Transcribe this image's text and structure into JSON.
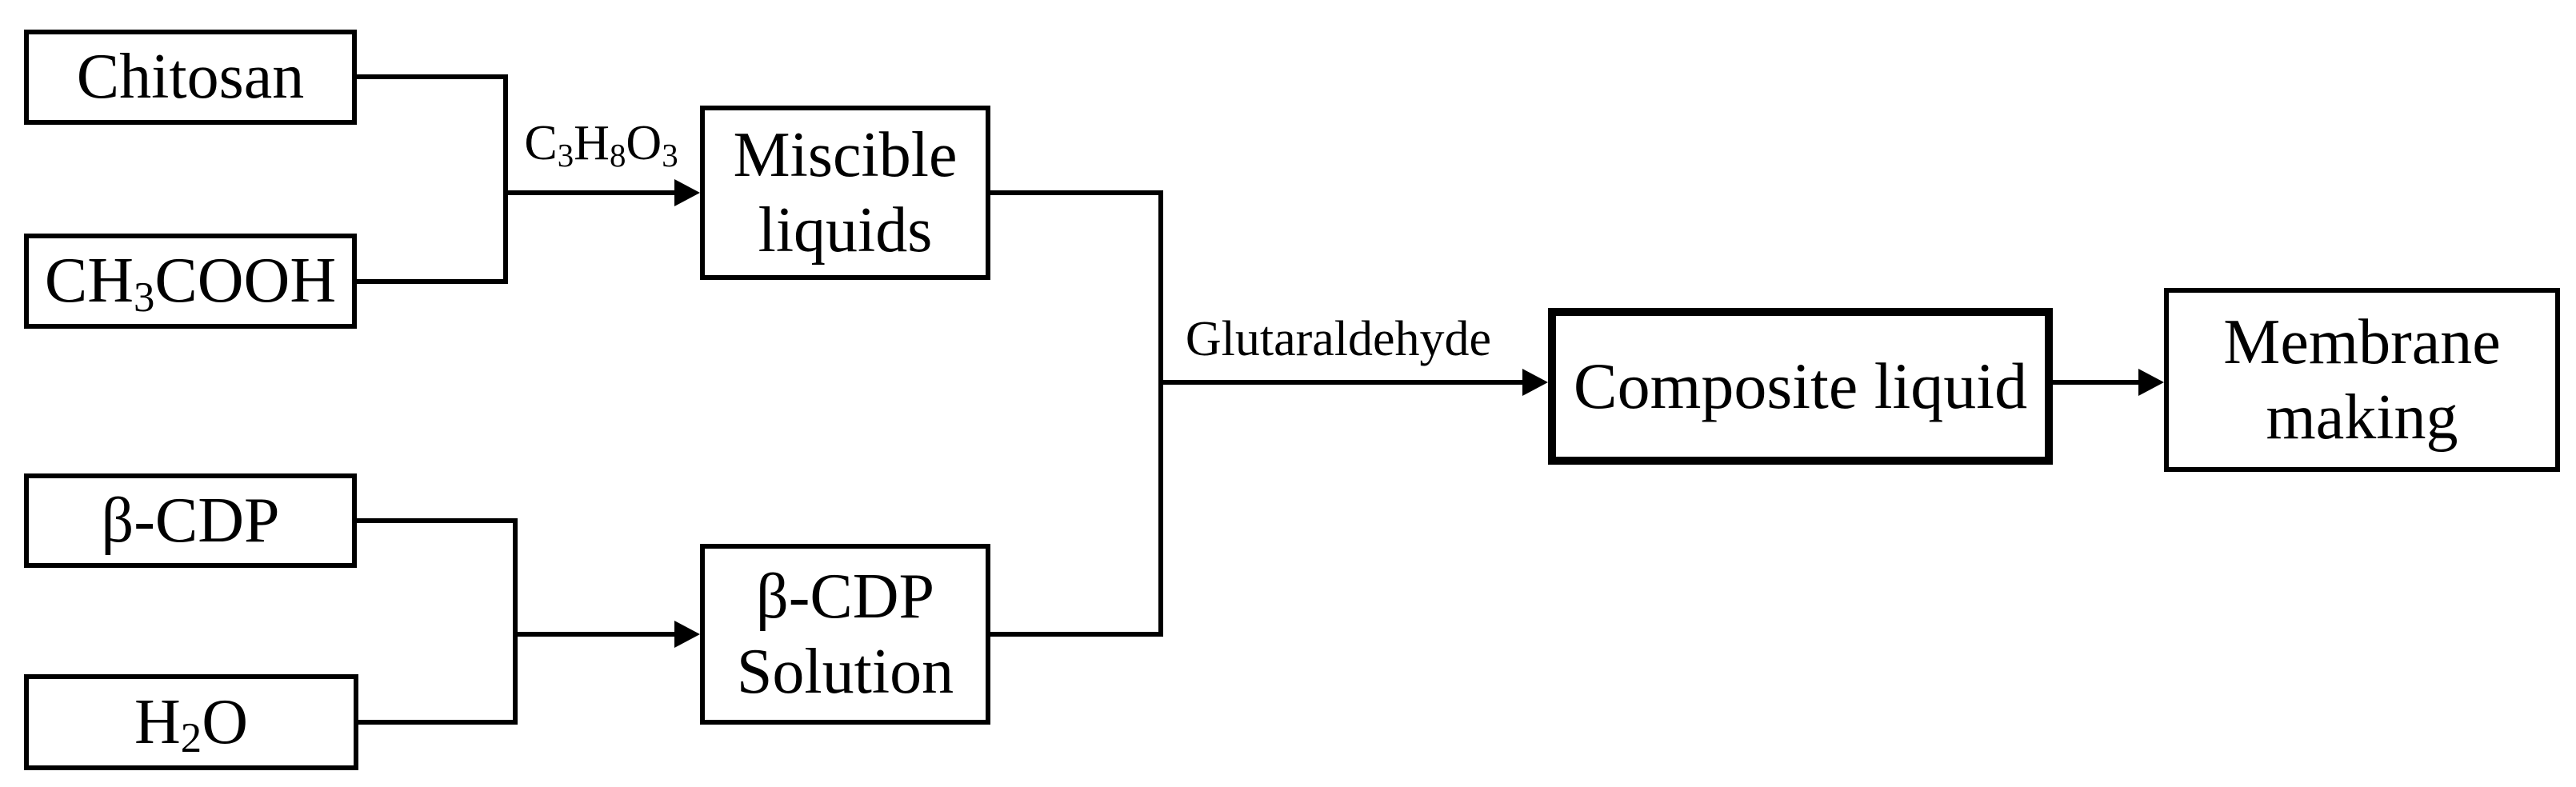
{
  "diagram": {
    "background": "#ffffff",
    "line_color": "#000000",
    "text_color": "#000000",
    "nodes": {
      "chitosan": {
        "label": "Chitosan"
      },
      "acetic_acid": {
        "formula": [
          {
            "t": "CH"
          },
          {
            "s": "3"
          },
          {
            "t": "COOH"
          }
        ]
      },
      "miscible_liquids": {
        "lines": [
          "Miscible",
          "liquids"
        ]
      },
      "beta_cdp": {
        "label": "β-CDP"
      },
      "water": {
        "formula": [
          {
            "t": "H"
          },
          {
            "s": "2"
          },
          {
            "t": "O"
          }
        ]
      },
      "beta_cdp_solution": {
        "lines": [
          "β-CDP",
          "Solution"
        ]
      },
      "composite_liquid": {
        "label": "Composite liquid"
      },
      "membrane_making": {
        "lines": [
          "Membrane",
          "making"
        ]
      }
    },
    "edge_labels": {
      "glycerol_formula": [
        {
          "t": "C"
        },
        {
          "s": "3"
        },
        {
          "t": "H"
        },
        {
          "s": "8"
        },
        {
          "t": "O"
        },
        {
          "s": "3"
        }
      ],
      "glutaraldehyde": "Glutaraldehyde"
    }
  }
}
